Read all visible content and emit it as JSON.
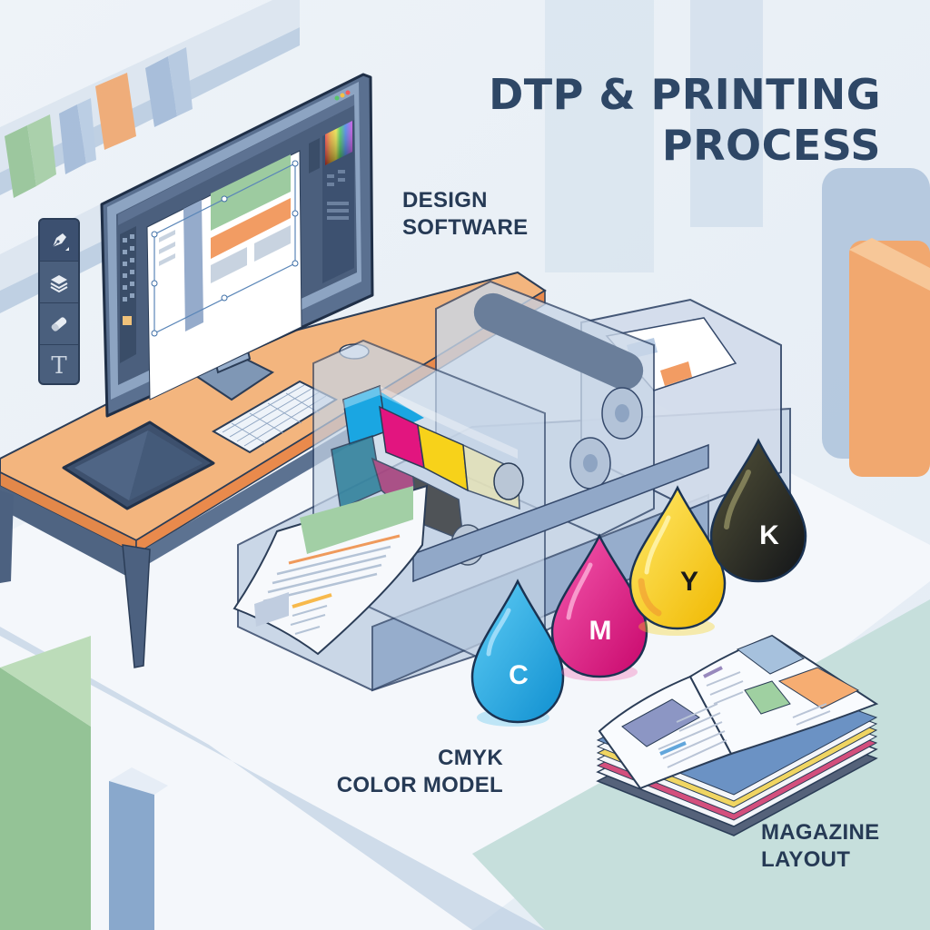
{
  "title": {
    "line1": "DTP & PRINTING",
    "line2": "PROCESS"
  },
  "labels": {
    "design_software": {
      "line1": "DESIGN",
      "line2": "SOFTWARE"
    },
    "cmyk": {
      "line1": "CMYK",
      "line2": "COLOR MODEL"
    },
    "magazine": {
      "line1": "MAGAZINE",
      "line2": "LAYOUT"
    }
  },
  "toolbar": {
    "tools": [
      {
        "icon": "pen-tool-icon"
      },
      {
        "icon": "layers-icon"
      },
      {
        "icon": "eraser-icon"
      },
      {
        "icon": "text-tool-icon",
        "glyph": "T"
      }
    ]
  },
  "ink_drops": [
    {
      "letter": "C",
      "name": "cyan",
      "color": "#1ea3e0"
    },
    {
      "letter": "M",
      "name": "magenta",
      "color": "#e2157f"
    },
    {
      "letter": "Y",
      "name": "yellow",
      "color": "#f7d21a"
    },
    {
      "letter": "K",
      "name": "black",
      "color": "#1c1f24",
      "text_color": "#ffffff"
    }
  ],
  "colors": {
    "title": "#2e4766",
    "desk": "#f3b57e",
    "accent_orange": "#ef9a5c",
    "accent_green": "#9ccb9d",
    "floor": "#dfe8f1",
    "mint_zone": "#c5dfdc"
  }
}
